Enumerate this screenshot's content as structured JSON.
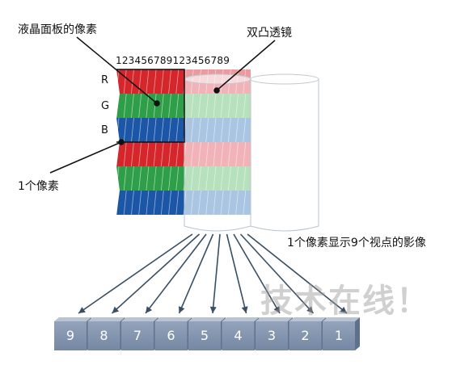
{
  "labels": {
    "lcd_pixels": "液晶面板的像素",
    "lenticular_lens": "双凸透镜",
    "one_pixel": "1个像素",
    "nine_views": "1个像素显示9个视点的影像",
    "column_numbers": "123456789123456789"
  },
  "rows": [
    "R",
    "G",
    "B"
  ],
  "colors": {
    "red": "#d4262b",
    "green": "#2e9f48",
    "blue": "#1c56a6",
    "red_light": "#ec9aa0",
    "green_light": "#9fd6a6",
    "blue_light": "#8cb2d8",
    "box": "#8a99b2",
    "arrow": "#3a4f62"
  },
  "views": [
    "9",
    "8",
    "7",
    "6",
    "5",
    "4",
    "3",
    "2",
    "1"
  ],
  "watermark": "技术在线！"
}
